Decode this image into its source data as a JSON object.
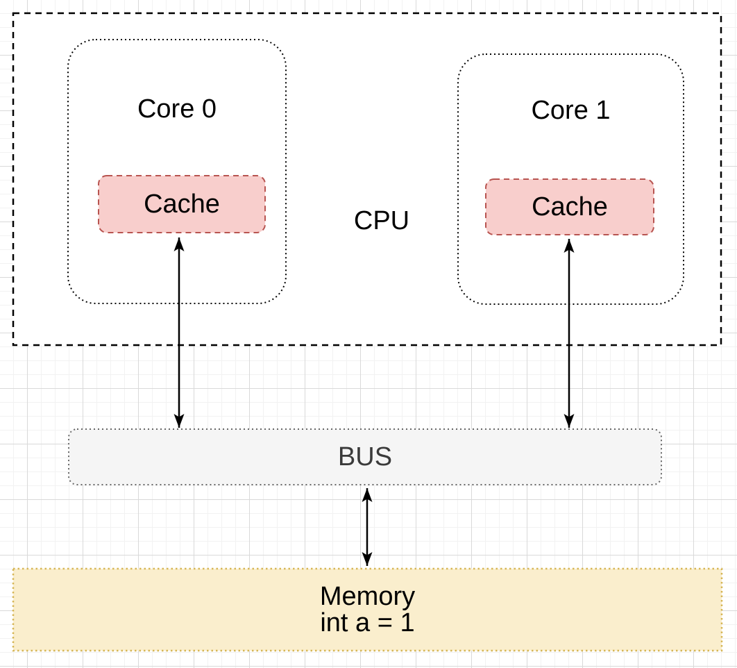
{
  "diagram": {
    "cpu": {
      "label": "CPU"
    },
    "cores": [
      {
        "label": "Core 0",
        "cache": {
          "label": "Cache"
        }
      },
      {
        "label": "Core 1",
        "cache": {
          "label": "Cache"
        }
      }
    ],
    "bus": {
      "label": "BUS"
    },
    "memory": {
      "label": "Memory",
      "contents": "int a = 1"
    },
    "connections": [
      {
        "from": "Core 0 Cache",
        "to": "BUS",
        "bidirectional": true
      },
      {
        "from": "Core 1 Cache",
        "to": "BUS",
        "bidirectional": true
      },
      {
        "from": "BUS",
        "to": "Memory",
        "bidirectional": true
      }
    ],
    "colors": {
      "cache_fill": "#f8cecc",
      "cache_border": "#b85450",
      "memory_fill": "#faeecd",
      "memory_border": "#d6b656",
      "bus_fill": "#f5f5f5",
      "bus_border": "#666666",
      "bus_text": "#3a3a3a",
      "container_border": "#000000",
      "arrow": "#000000",
      "grid_minor": "#f2f2f2",
      "grid_major": "#d9d9d9"
    }
  }
}
